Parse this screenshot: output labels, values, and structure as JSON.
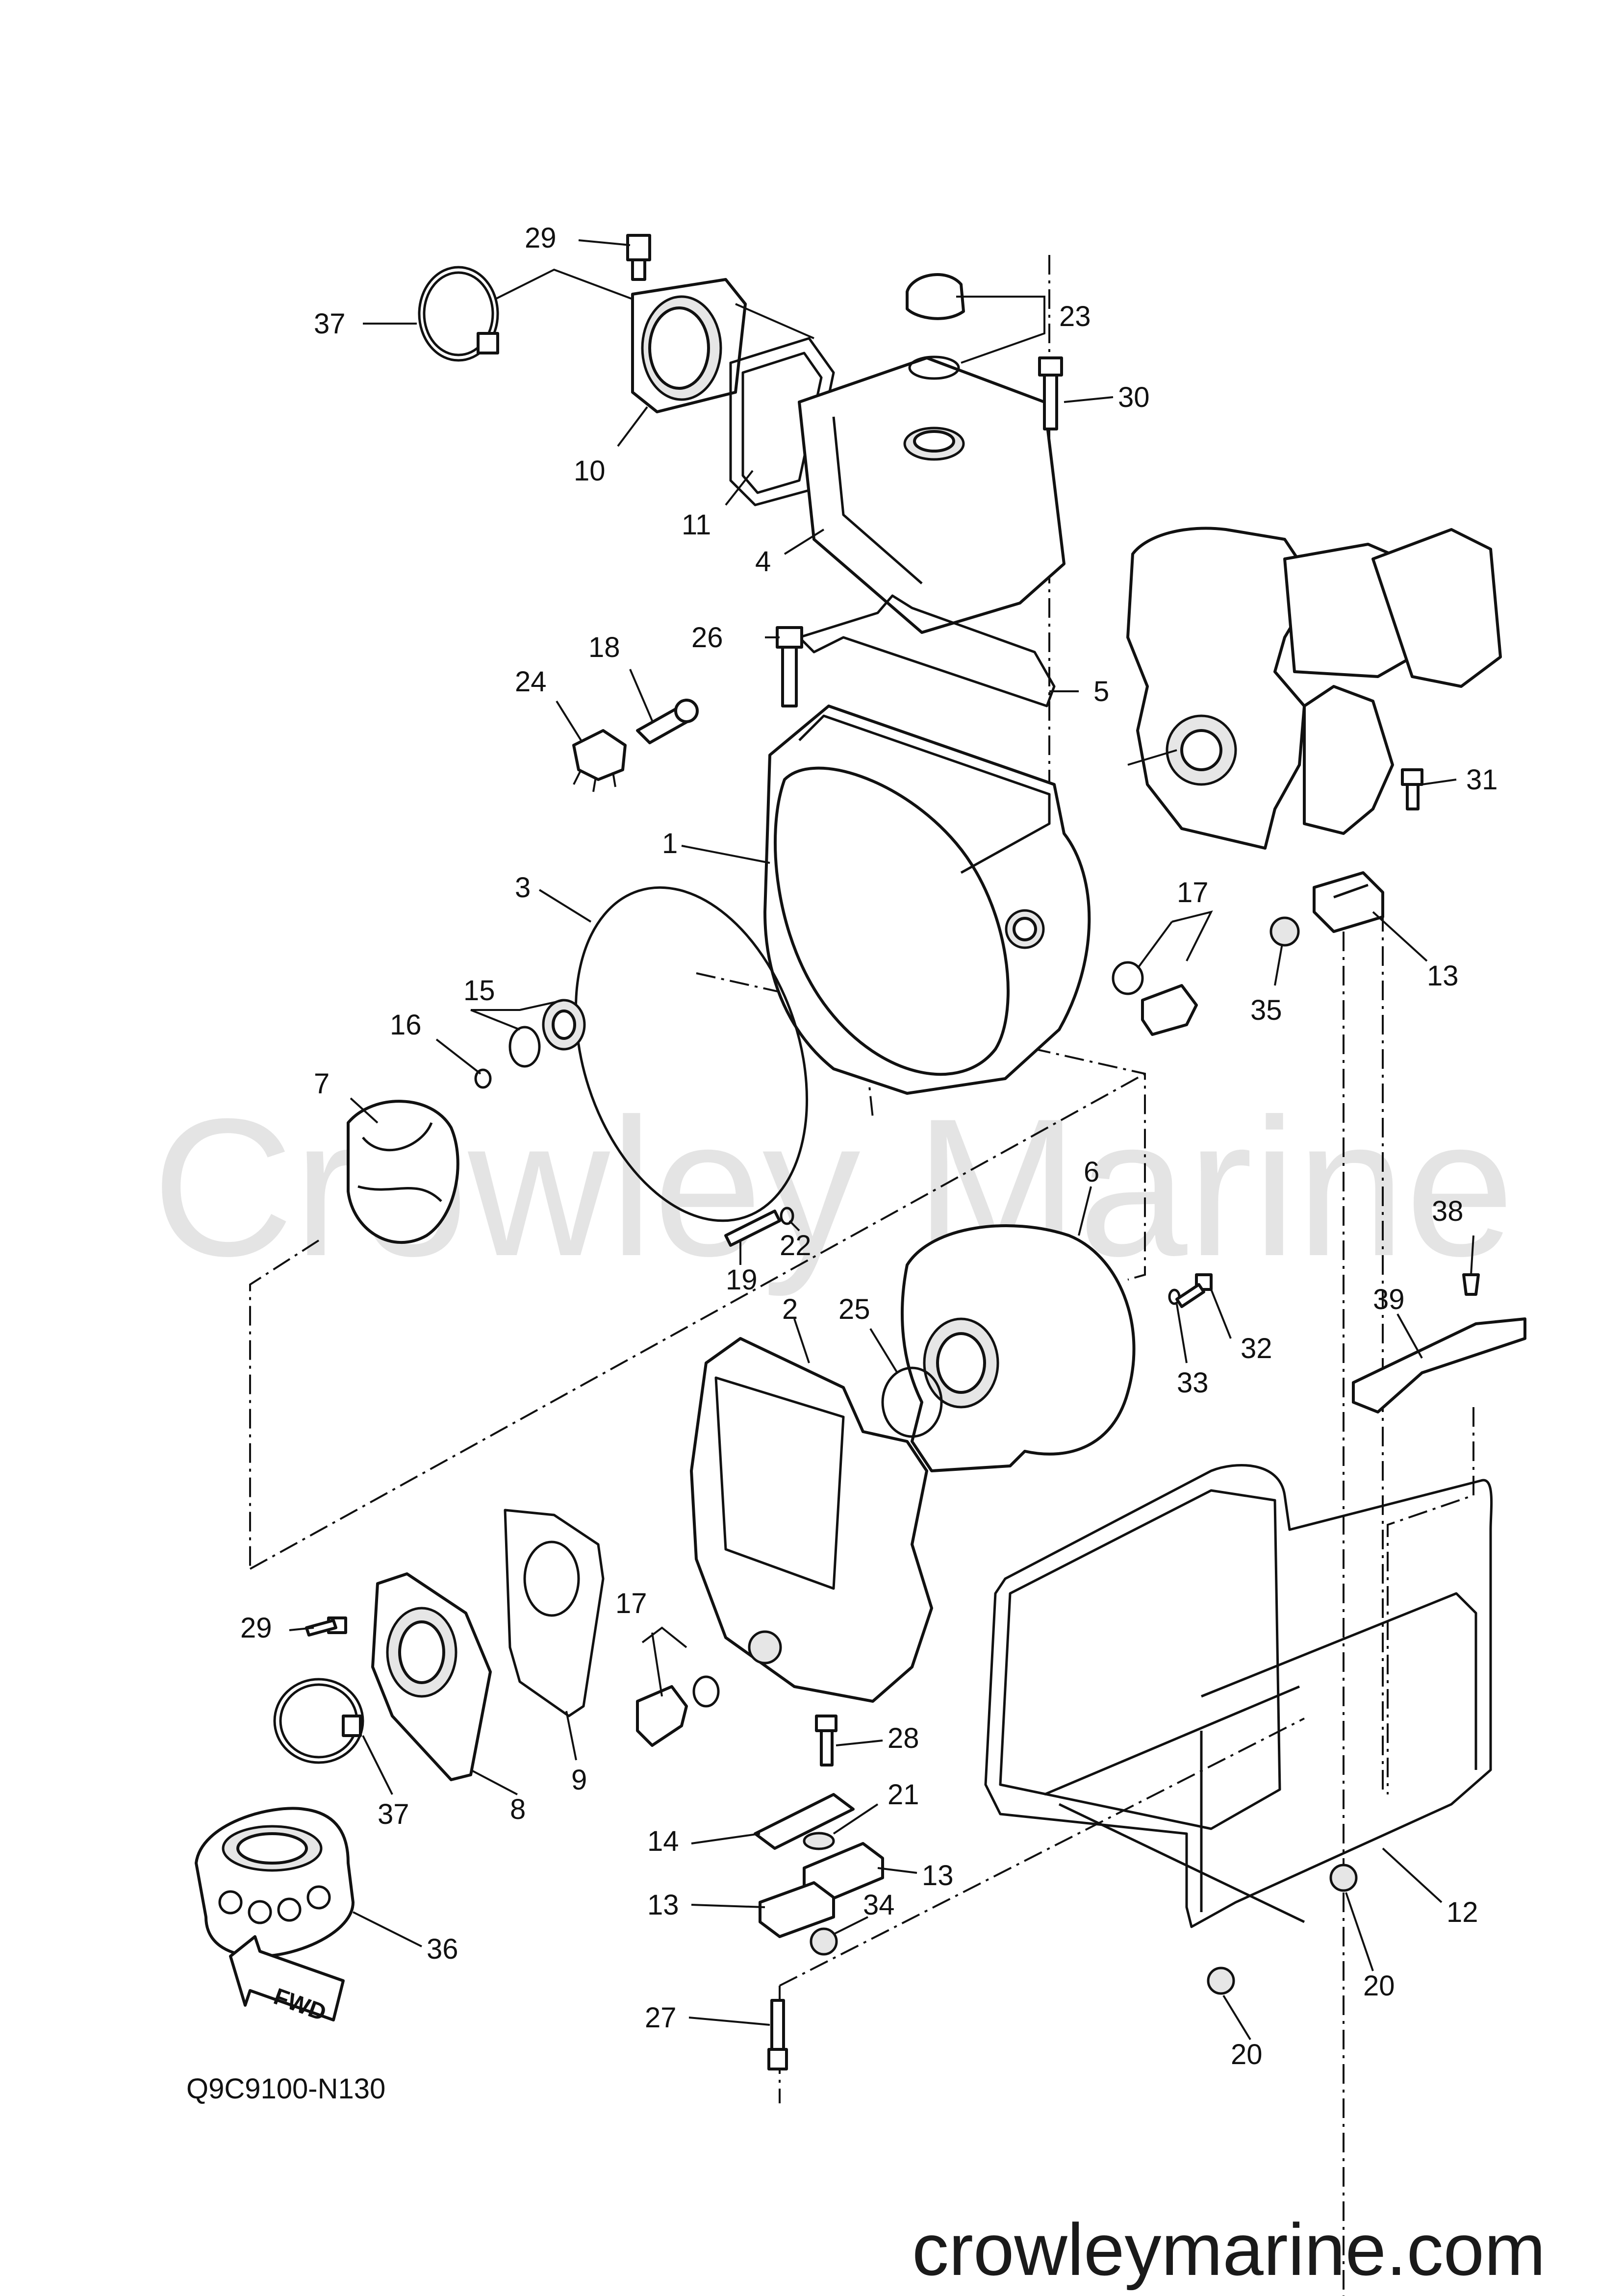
{
  "watermark": "Crowley Marine",
  "drawing_code": "Q9C9100-N130",
  "website": "crowleymarine.com",
  "fwd_label": "FWD",
  "callouts": {
    "c29a": "29",
    "c37a": "37",
    "c10": "10",
    "c11": "11",
    "c4": "4",
    "c23": "23",
    "c30": "30",
    "c26": "26",
    "c18": "18",
    "c24": "24",
    "c5": "5",
    "c31": "31",
    "c1": "1",
    "c3": "3",
    "c17a": "17",
    "c13a": "13",
    "c35": "35",
    "c15": "15",
    "c16": "16",
    "c7": "7",
    "c22": "22",
    "c19": "19",
    "c6": "6",
    "c38": "38",
    "c39": "39",
    "c2": "2",
    "c25": "25",
    "c33": "33",
    "c32": "32",
    "c29b": "29",
    "c17b": "17",
    "c37b": "37",
    "c8": "8",
    "c9": "9",
    "c28": "28",
    "c21": "21",
    "c14": "14",
    "c13b": "13",
    "c13c": "13",
    "c34": "34",
    "c36": "36",
    "c12": "12",
    "c20a": "20",
    "c20b": "20",
    "c27": "27"
  },
  "colors": {
    "ink": "#111111",
    "watermark": "#e4e4e4",
    "background": "#ffffff"
  }
}
